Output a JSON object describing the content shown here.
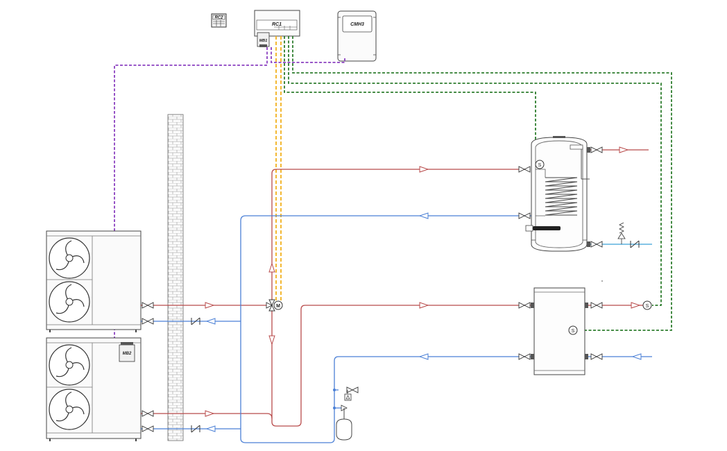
{
  "labels": {
    "rc2": "RC2",
    "rc1": "RC1",
    "cmh3": "CMH3",
    "mb1": "MB1",
    "mb2": "MB2",
    "pump_m": "M",
    "sensor_s": "S"
  },
  "colors": {
    "hot_water": "#b84a4a",
    "cold_water": "#4a7fd6",
    "cold_water_tap": "#3aa0d8",
    "control_purple": "#8a3fc0",
    "control_orange": "#f2b11c",
    "control_green": "#2e7d2e",
    "equipment": "#555555"
  },
  "icons": [
    "fan-icon",
    "valve-icon",
    "check-valve-icon",
    "flow-arrow-icon",
    "sensor-icon",
    "pump-icon",
    "expansion-tank-icon",
    "safety-valve-icon"
  ]
}
